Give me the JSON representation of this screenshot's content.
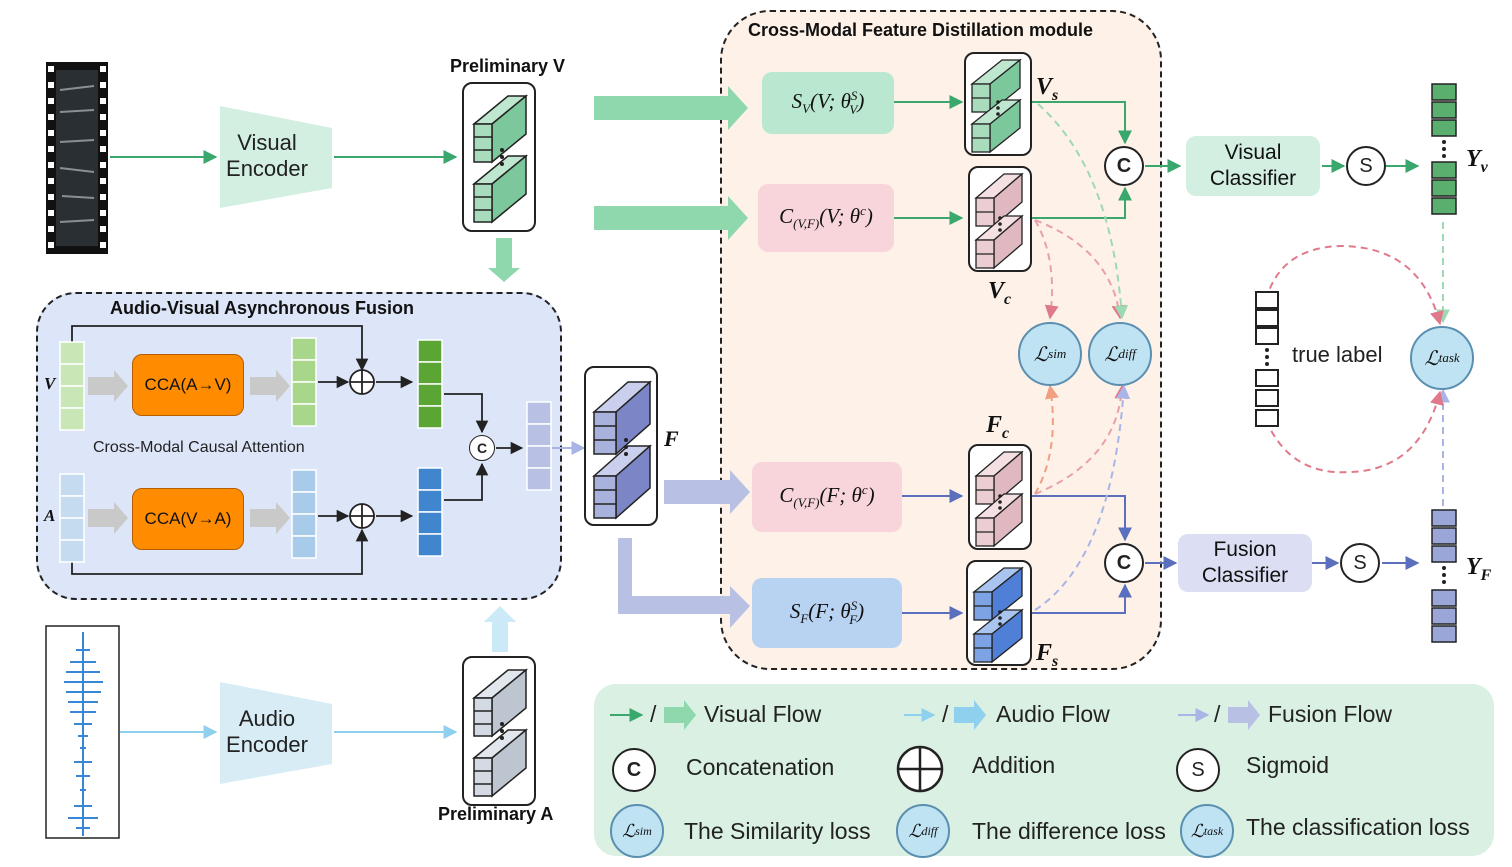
{
  "titles": {
    "cmfd": "Cross-Modal Feature Distillation module",
    "avaf": "Audio-Visual Asynchronous Fusion",
    "prelim_v": "Preliminary V",
    "prelim_a": "Preliminary A"
  },
  "encoders": {
    "visual": "Visual Encoder",
    "audio": "Audio Encoder"
  },
  "fusion_block": {
    "cca_av": "CCA(A→V)",
    "cca_va": "CCA(V→A)",
    "cca_caption": "Cross-Modal Causal Attention",
    "v_label": "V",
    "a_label": "A"
  },
  "modules": {
    "sv": "S_V(V; θ_V^S)",
    "cvf_v": "C_(V,F)(V; θ^c)",
    "cvf_f": "C_(V,F)(F; θ^c)",
    "sf": "S_F(F; θ_F^S)"
  },
  "features": {
    "vs": "V_s",
    "vc": "V_c",
    "fc": "F_c",
    "fs": "F_s",
    "f": "F"
  },
  "losses": {
    "sim": "ℒ_sim",
    "diff": "ℒ_diff",
    "task": "ℒ_task"
  },
  "classifiers": {
    "visual": "Visual Classifier",
    "fusion": "Fusion Classifier"
  },
  "outputs": {
    "yv": "Y_v",
    "yf": "Y_F",
    "true_label": "true label"
  },
  "ops": {
    "concat": "C",
    "sigmoid": "S"
  },
  "legend": {
    "slash": "/",
    "visual_flow": "Visual Flow",
    "audio_flow": "Audio Flow",
    "fusion_flow": "Fusion Flow",
    "concatenation": "Concatenation",
    "addition": "Addition",
    "sigmoid": "Sigmoid",
    "similarity_loss": "The Similarity loss",
    "difference_loss": "The difference loss",
    "classification_loss": "The classification loss"
  },
  "colors": {
    "visual_flow": "#3aa76d",
    "audio_flow": "#8fd0ee",
    "fusion_flow": "#5b6fbf",
    "cca_orange": "#ff8c00",
    "cmfd_bg": "#fdf1e8",
    "avaf_bg": "#dde6f8",
    "legend_bg": "#d9f0e2"
  }
}
